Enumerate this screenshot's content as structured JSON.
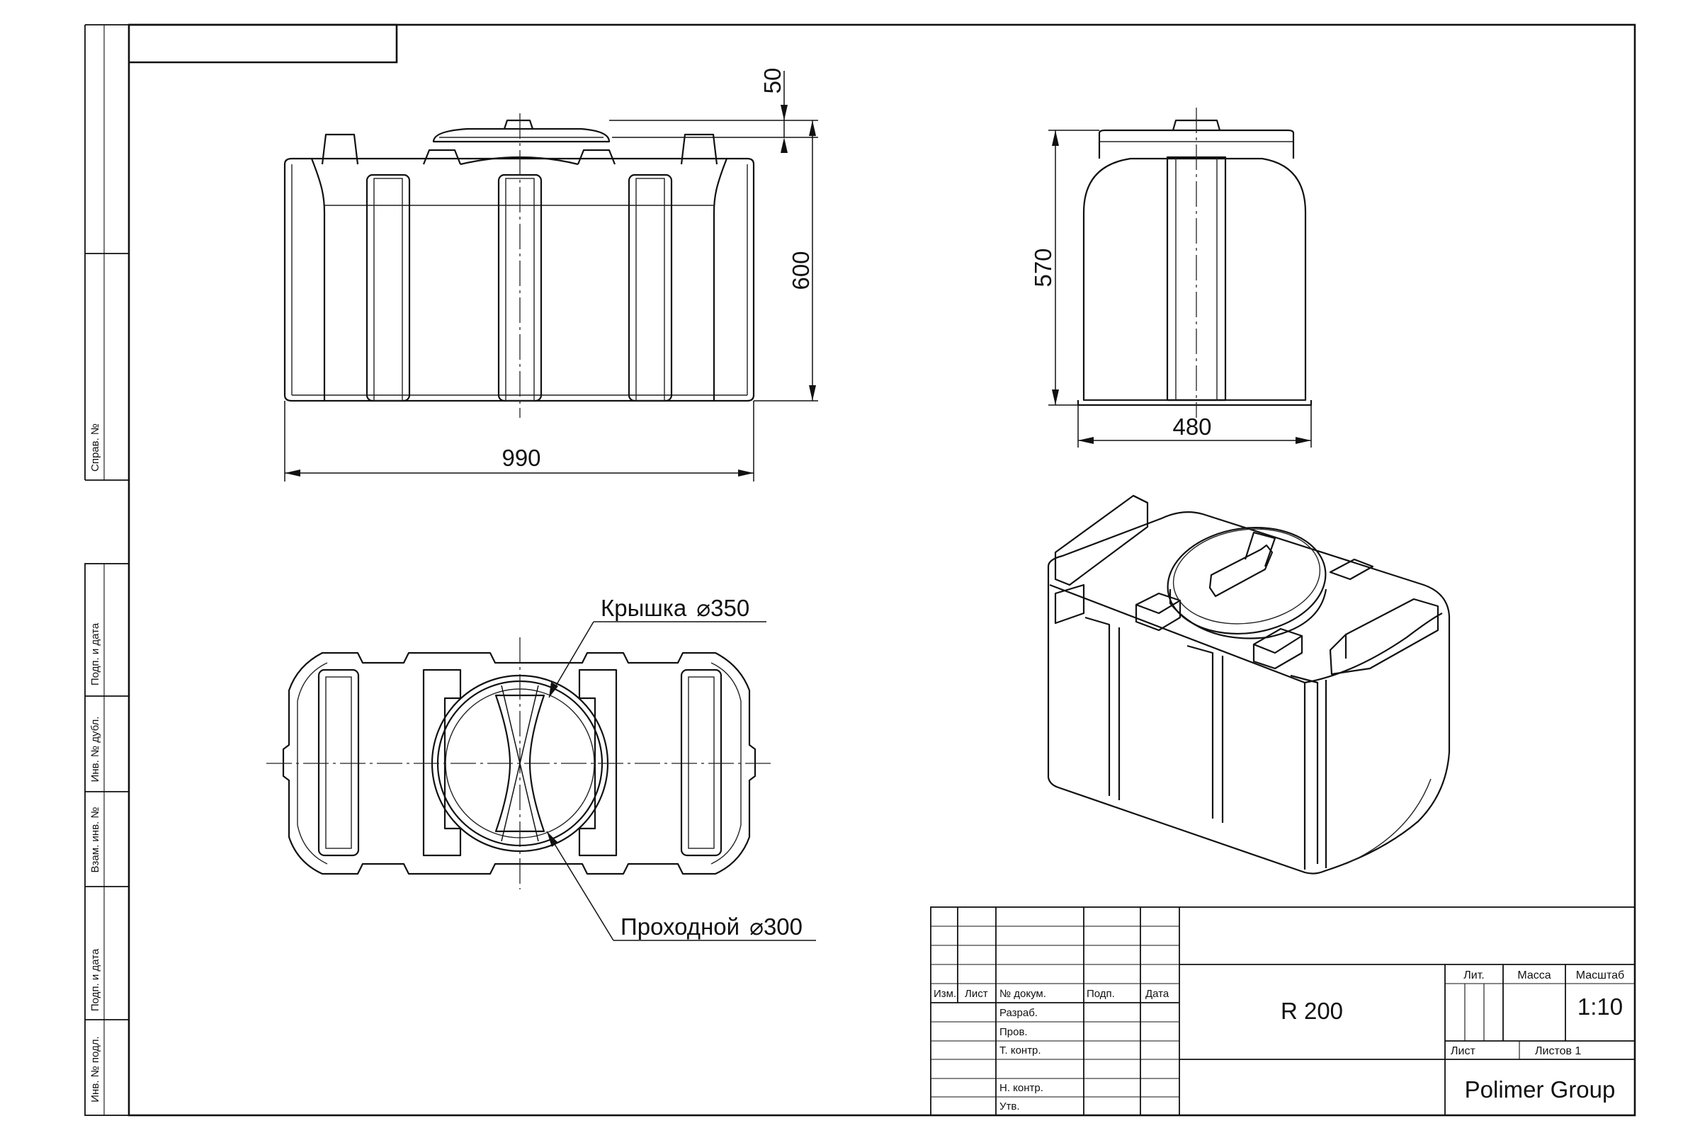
{
  "side_strip": {
    "spravochny_no": "Справ. №",
    "podp_data_1": "Подп. и дата",
    "inv_no_dubl": "Инв. № дубл.",
    "vzam_inv_no": "Взам. инв. №",
    "podp_data_2": "Подп. и дата",
    "inv_no_podl": "Инв. № подл."
  },
  "dimensions": {
    "front_width": "990",
    "front_height": "600",
    "lid_height": "50",
    "side_width": "480",
    "side_height": "570"
  },
  "callouts": {
    "lid_label": "Крышка",
    "lid_diameter": "350",
    "manhole_label": "Проходной",
    "manhole_diameter": "300"
  },
  "title_block": {
    "col_izm": "Изм.",
    "col_list": "Лист",
    "col_doc_no": "№ докум.",
    "col_podp": "Подп.",
    "col_data": "Дата",
    "row_razrab": "Разраб.",
    "row_prov": "Пров.",
    "row_t_kontr": "Т. контр.",
    "row_n_kontr": "Н. контр.",
    "row_utv": "Утв.",
    "designation": "R 200",
    "lit_label": "Лит.",
    "massa_label": "Масса",
    "masshtab_label": "Масштаб",
    "scale_value": "1:10",
    "sheet_label": "Лист",
    "sheets_total": "Листов 1",
    "company": "Polimer Group"
  }
}
